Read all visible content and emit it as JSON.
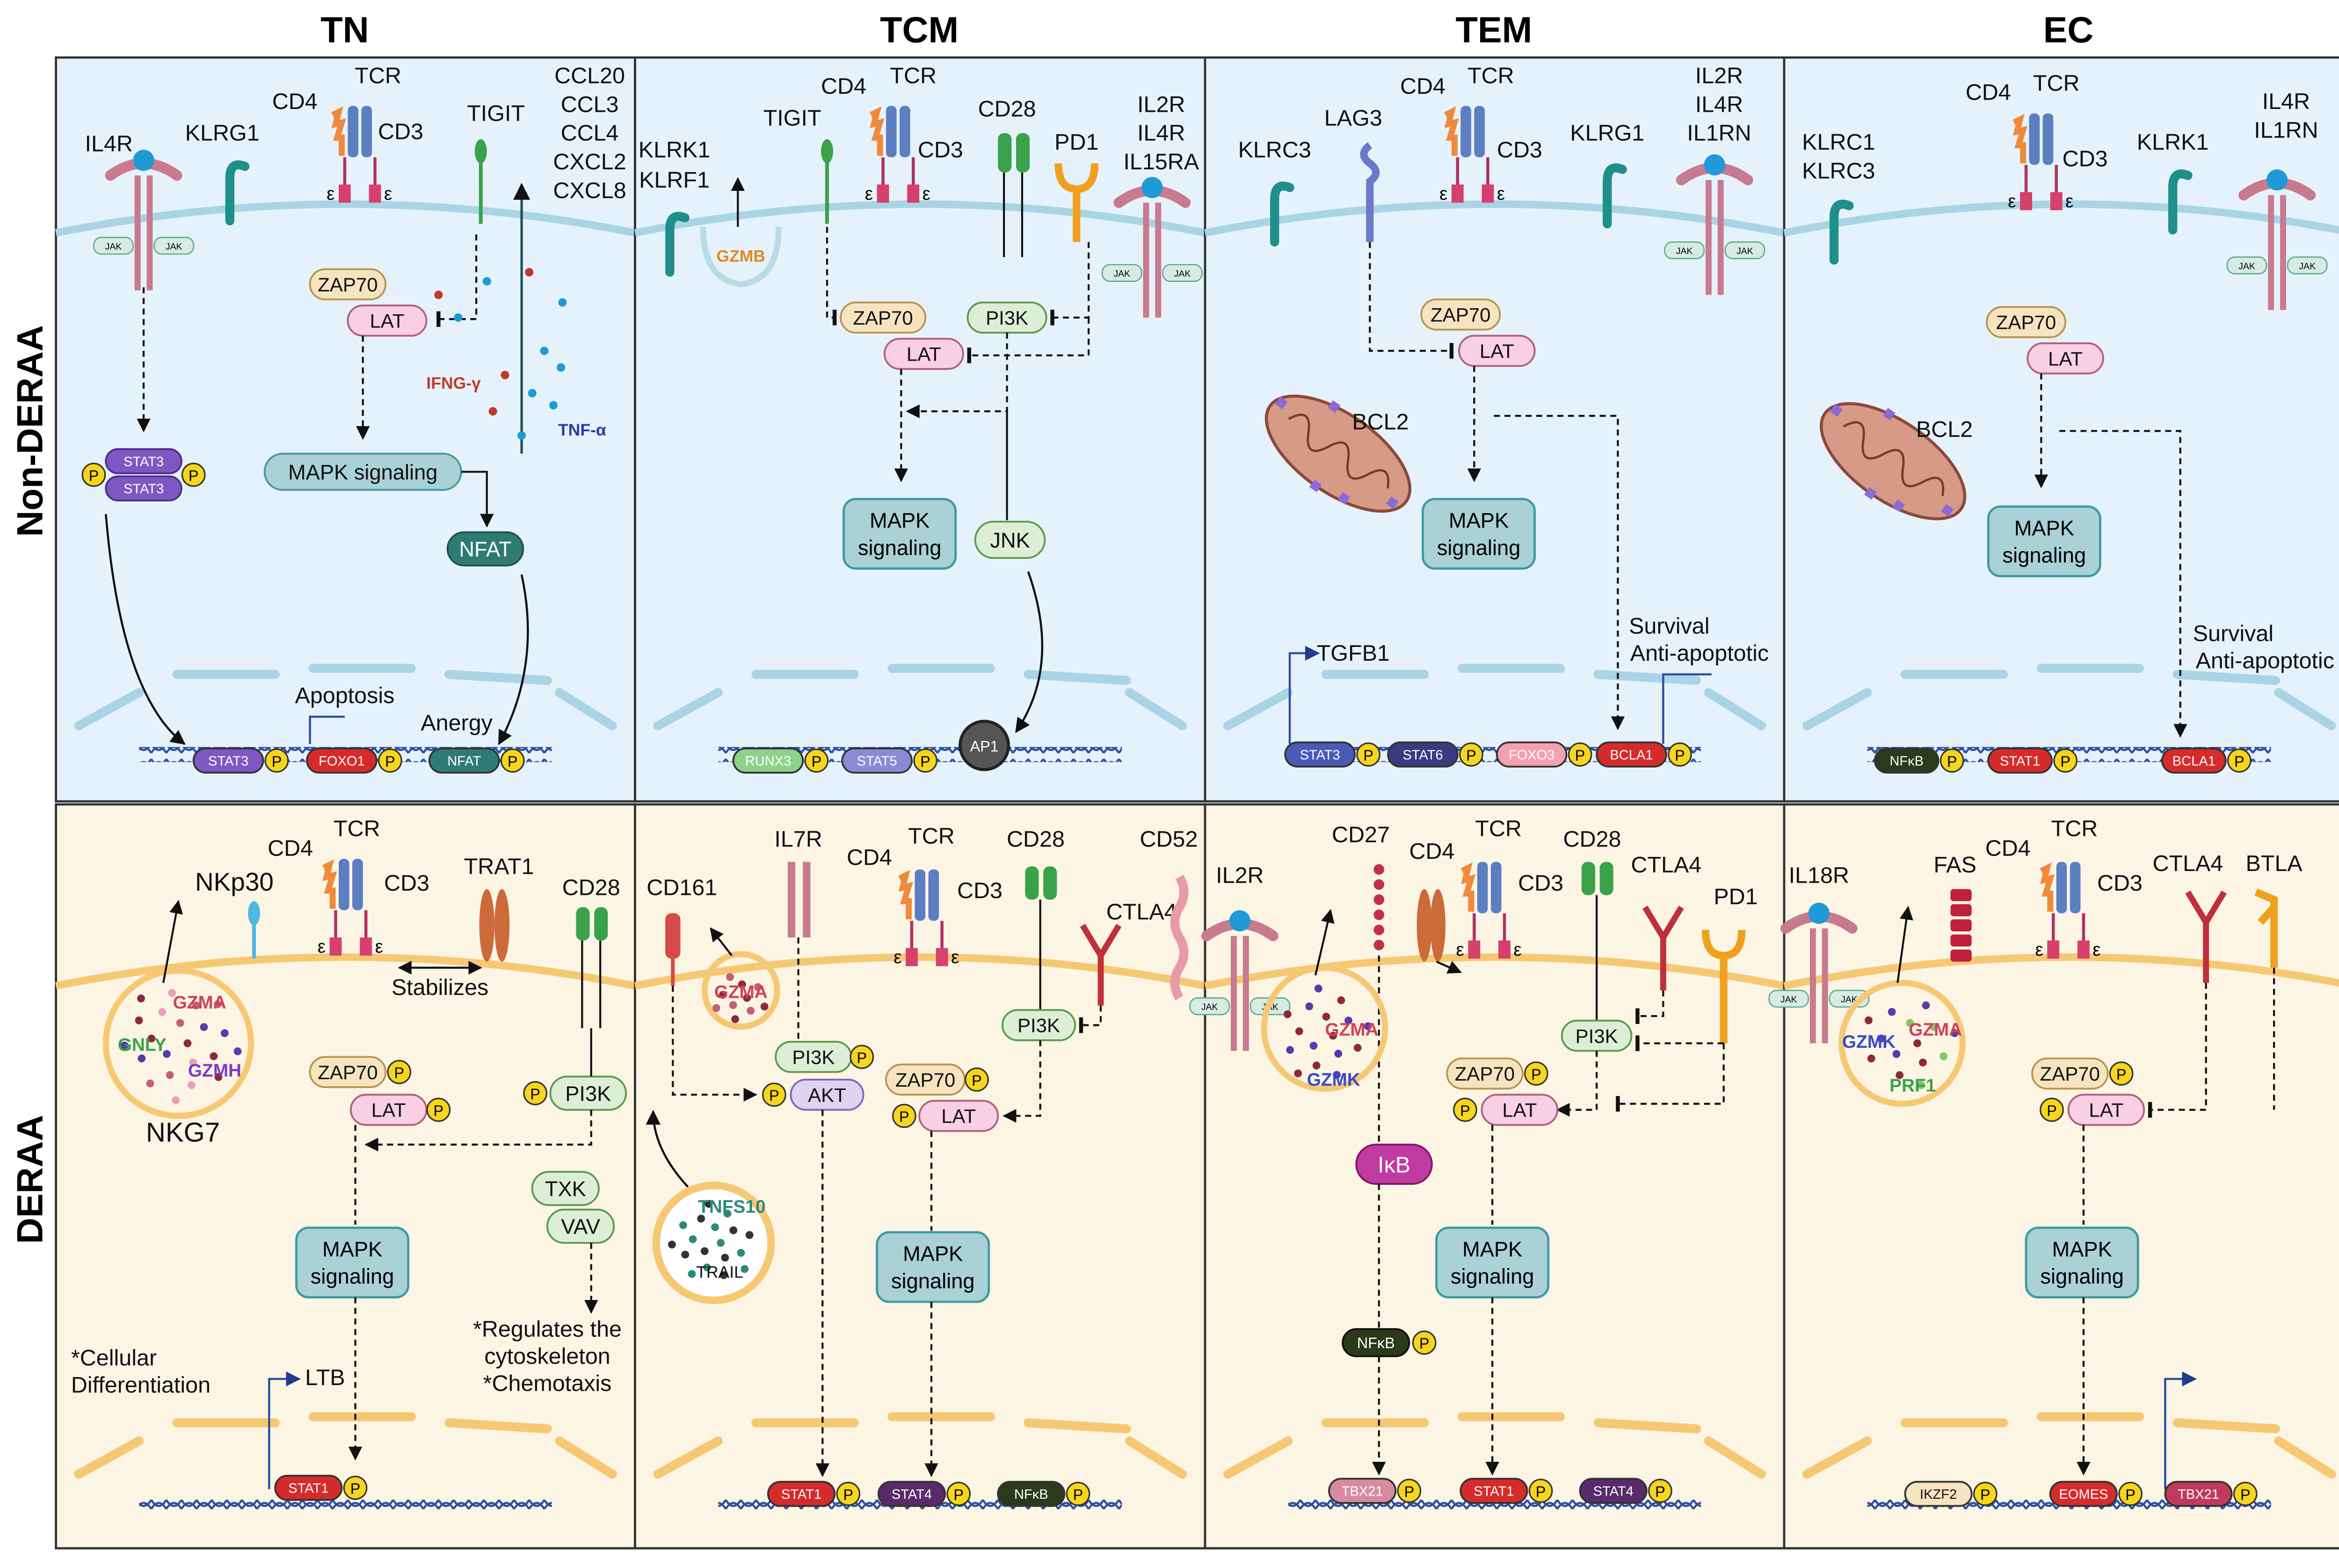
{
  "columns": [
    "TN",
    "TCM",
    "TEM",
    "EC"
  ],
  "rows": [
    "Non-DERAA",
    "DERAA"
  ],
  "phospho_label": "P",
  "jak_label": "JAK",
  "epsilon": "ε",
  "colors": {
    "top_bg": "#e6f2fb",
    "bottom_bg": "#fcf5e4",
    "top_membrane": "#a9d4e6",
    "bottom_membrane": "#f6c874",
    "mapk_fill": "#a9d1d6",
    "mapk_stroke": "#3d9aa3",
    "zap70_fill": "#f6e4c1",
    "lat_fill": "#f8cfe3",
    "pi3k_fill": "#dcefd6",
    "phospho_fill": "#f7d51c",
    "tcr": "#5b7fc0",
    "cd4": "#ef8a3c",
    "stat_purple": "#7e57c2",
    "red_tf": "#d62b2b",
    "dark_tf": "#3a3a4a",
    "nfat": "#2e7b76",
    "cytokine_red": "#c0392b",
    "cytokine_blue": "#1f9ad6"
  },
  "panels": {
    "tn_top": {
      "receptors": {
        "il4r": "IL4R",
        "klrg1": "KLRG1",
        "cd4": "CD4",
        "tcr": "TCR",
        "cd3": "CD3",
        "tigit": "TIGIT"
      },
      "chemokines": [
        "CCL20",
        "CCL3",
        "CCL4",
        "CXCL2",
        "CXCL8"
      ],
      "ifng": "IFNG-γ",
      "tnfa": "TNF-α",
      "zap70": "ZAP70",
      "lat": "LAT",
      "mapk": "MAPK signaling",
      "nfat": "NFAT",
      "stat3": "STAT3",
      "apoptosis": "Apoptosis",
      "anergy": "Anergy",
      "nuclear": [
        "STAT3",
        "FOXO1",
        "NFAT"
      ]
    },
    "tcm_top": {
      "receptors": {
        "klrk1": "KLRK1",
        "klrf1": "KLRF1",
        "tigit": "TIGIT",
        "cd4": "CD4",
        "tcr": "TCR",
        "cd3": "CD3",
        "cd28": "CD28",
        "pd1": "PD1"
      },
      "il2r_group": [
        "IL2R",
        "IL4R",
        "IL15RA"
      ],
      "gzmb": "GZMB",
      "zap70": "ZAP70",
      "lat": "LAT",
      "pi3k": "PI3K",
      "mapk": "MAPK signaling",
      "jnk": "JNK",
      "ap1": "AP1",
      "nuclear": [
        "RUNX3",
        "STAT5"
      ]
    },
    "tem_top": {
      "receptors": {
        "klrc3": "KLRC3",
        "lag3": "LAG3",
        "cd4": "CD4",
        "tcr": "TCR",
        "cd3": "CD3",
        "klrg1": "KLRG1"
      },
      "il_group": [
        "IL2R",
        "IL4R",
        "IL1RN"
      ],
      "bcl2": "BCL2",
      "zap70": "ZAP70",
      "lat": "LAT",
      "mapk": "MAPK signaling",
      "survival": "Survival",
      "anti_apoptotic": "Anti-apoptotic",
      "tgfb1": "TGFB1",
      "nuclear": [
        "STAT3",
        "STAT6",
        "FOXO3",
        "BCLA1"
      ]
    },
    "ec_top": {
      "receptors": {
        "klrc1": "KLRC1",
        "klrc3": "KLRC3",
        "cd4": "CD4",
        "tcr": "TCR",
        "cd3": "CD3",
        "klrk1": "KLRK1"
      },
      "il_group": [
        "IL4R",
        "IL1RN"
      ],
      "bcl2": "BCL2",
      "zap70": "ZAP70",
      "lat": "LAT",
      "mapk": "MAPK signaling",
      "survival": "Survival",
      "anti_apoptotic": "Anti-apoptotic",
      "nuclear": [
        "NFκB",
        "STAT1",
        "BCLA1"
      ]
    },
    "tn_bottom": {
      "receptors": {
        "cd4": "CD4",
        "tcr": "TCR",
        "nkp30": "NKp30",
        "cd3": "CD3",
        "trat1": "TRAT1",
        "cd28": "CD28"
      },
      "stabilizes": "Stabilizes",
      "granule": [
        "GZMA",
        "GNLY",
        "GZMH"
      ],
      "nkg7": "NKG7",
      "zap70": "ZAP70",
      "lat": "LAT",
      "pi3k": "PI3K",
      "txk": "TXK",
      "vav": "VAV",
      "mapk": "MAPK signaling",
      "notes": [
        "*Regulates the",
        "cytoskeleton",
        "*Chemotaxis"
      ],
      "cell_diff": [
        "*Cellular",
        "Differentiation"
      ],
      "ltb": "LTB",
      "nuclear": [
        "STAT1"
      ]
    },
    "tcm_bottom": {
      "receptors": {
        "il7r": "IL7R",
        "cd4": "CD4",
        "tcr": "TCR",
        "cd28": "CD28",
        "cd52": "CD52",
        "cd161": "CD161",
        "cd3": "CD3",
        "ctla4": "CTLA4"
      },
      "gzma": "GZMA",
      "pi3k": "PI3K",
      "akt": "AKT",
      "zap70": "ZAP70",
      "lat": "LAT",
      "tnfsf10": "TNFS10",
      "trail": "TRAIL",
      "mapk": "MAPK signaling",
      "nuclear": [
        "STAT1",
        "STAT4",
        "NFκB"
      ]
    },
    "tem_bottom": {
      "receptors": {
        "il2r": "IL2R",
        "cd27": "CD27",
        "cd4": "CD4",
        "tcr": "TCR",
        "cd28": "CD28",
        "ctla4": "CTLA4",
        "cd3": "CD3",
        "pd1": "PD1"
      },
      "gzma": "GZMA",
      "gzmk": "GZMK",
      "ikb": "IκB",
      "pi3k": "PI3K",
      "zap70": "ZAP70",
      "lat": "LAT",
      "mapk": "MAPK signaling",
      "nfkb": "NFκB",
      "nuclear": [
        "TBX21",
        "STAT1",
        "STAT4"
      ]
    },
    "ec_bottom": {
      "receptors": {
        "il18r": "IL18R",
        "fas": "FAS",
        "cd4": "CD4",
        "tcr": "TCR",
        "ctla4": "CTLA4",
        "btla": "BTLA",
        "cd3": "CD3"
      },
      "gzmk": "GZMK",
      "gzma": "GZMA",
      "prf1": "PRF1",
      "zap70": "ZAP70",
      "lat": "LAT",
      "mapk": "MAPK signaling",
      "nuclear": [
        "IKZF2",
        "EOMES",
        "TBX21"
      ]
    }
  }
}
